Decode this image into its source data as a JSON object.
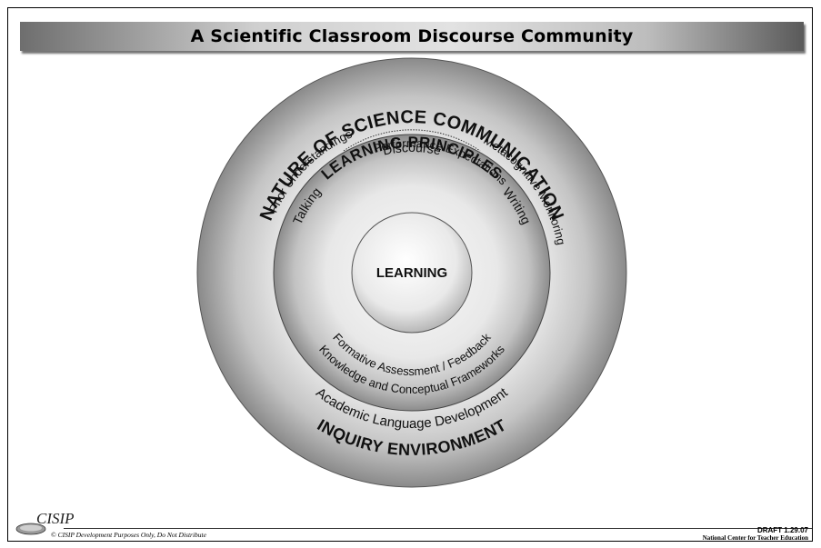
{
  "title": "A Scientific Classroom Discourse Community",
  "outer_ring": {
    "top_label": "NATURE OF SCIENCE COMMUNICATION",
    "modes": [
      "Talking",
      "Discourse",
      "Writing"
    ],
    "bottom_label": "INQUIRY ENVIRONMENT",
    "bottom_sublabel": "Academic Language Development"
  },
  "middle_ring": {
    "top_label": "LEARNING PRINCIPLES",
    "items_top": [
      "Prior Understandings",
      "Performance Expectations",
      "Metacognitive Monitoring"
    ],
    "items_bottom": [
      "Formative Assessment / Feedback",
      "Knowledge and Conceptual Frameworks"
    ]
  },
  "center": {
    "label": "LEARNING"
  },
  "footer": {
    "logo_text": "CISIP",
    "copyright": "© CISIP Development Purposes Only, Do Not Distribute",
    "draft": "DRAFT 1.29.07",
    "organization": "National Center for Teacher Education"
  }
}
